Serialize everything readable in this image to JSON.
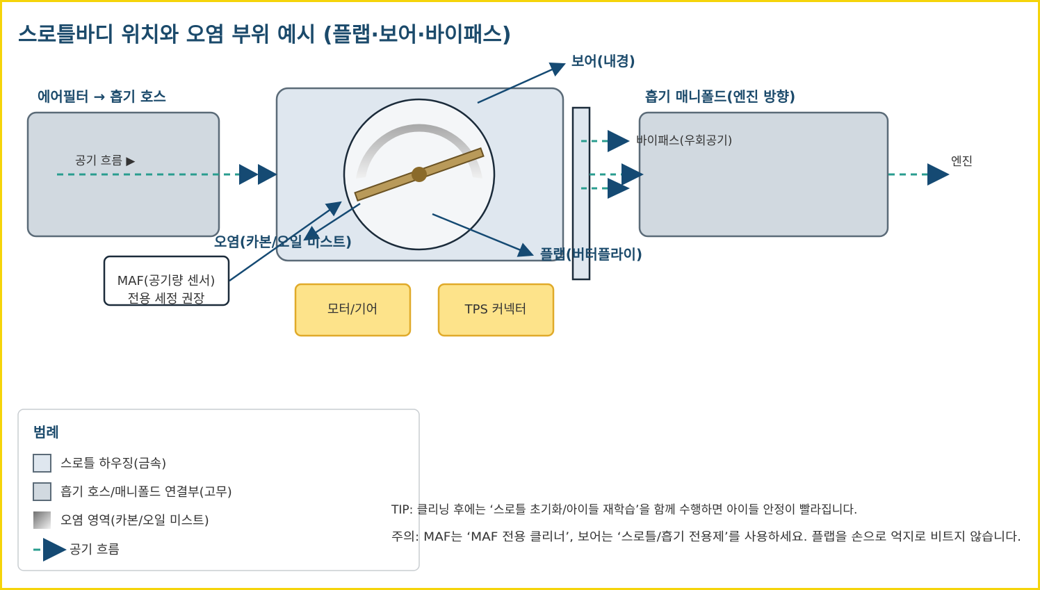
{
  "title": "스로틀바디 위치와 오염 부위 예시 (플랩·보어·바이패스)",
  "sections": {
    "intake": "에어필터 → 흡기 호스",
    "manifold": "흡기 매니폴드(엔진 방향)"
  },
  "labels": {
    "airflow": "공기 흐름 ▶",
    "bore": "보어(내경)",
    "bypass": "바이패스(우회공기)",
    "engine": "엔진",
    "contamination": "오염(카본/오일 미스트)",
    "flap": "플랩(버터플라이)",
    "maf_line1": "MAF(공기량 센서)",
    "maf_line2": "전용 세정 권장",
    "motor": "모터/기어",
    "tps": "TPS 커넥터"
  },
  "legend": {
    "title": "범례",
    "items": [
      "스로틀 하우징(금속)",
      "흡기 호스/매니폴드 연결부(고무)",
      "오염 영역(카본/오일 미스트)",
      "공기 흐름"
    ]
  },
  "tips": {
    "tip": "TIP: 클리닝 후에는 ‘스로틀 초기화/아이들 재학습’을 함께 수행하면 아이들 안정이 빨라집니다.",
    "caution": "주의: MAF는 ‘MAF 전용 클리너’, 보어는 ‘스로틀/흡기 전용제’를 사용하세요. 플랩을 손으로 억지로 비트지 않습니다."
  },
  "colors": {
    "border": "#f5d40a",
    "heading": "#1b4a6b",
    "flow": "#2a9d8f",
    "arrow": "#154a73",
    "housing": "#dfe7ef",
    "rubber": "#d1d9e0",
    "module": "#fde38a",
    "flap": "#b99a5a"
  }
}
